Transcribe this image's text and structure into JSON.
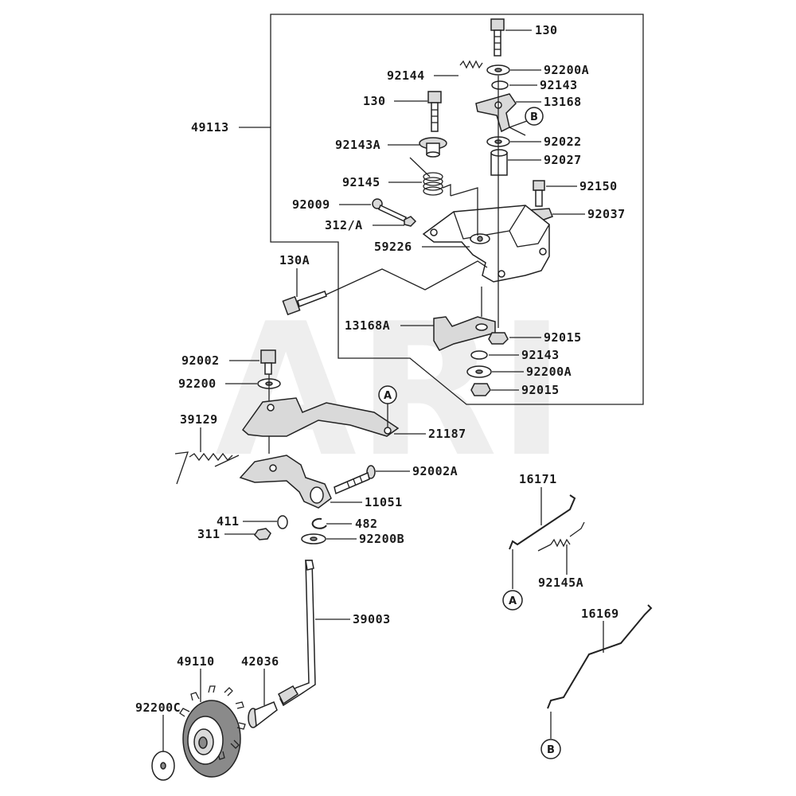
{
  "watermark": "ARI",
  "labels": {
    "l_49113": "49113",
    "l_130_top": "130",
    "l_92200A_top": "92200A",
    "l_92144": "92144",
    "l_92143_top": "92143",
    "l_13168": "13168",
    "l_130_mid": "130",
    "l_92143A": "92143A",
    "l_92022": "92022",
    "l_92027": "92027",
    "l_92145": "92145",
    "l_92150": "92150",
    "l_92009": "92009",
    "l_92037": "92037",
    "l_312A": "312/A",
    "l_59226": "59226",
    "l_130A": "130A",
    "l_13168A": "13168A",
    "l_92015_a": "92015",
    "l_92143_b": "92143",
    "l_92200A_b": "92200A",
    "l_92015_b": "92015",
    "l_92002": "92002",
    "l_92200": "92200",
    "l_21187": "21187",
    "l_39129": "39129",
    "l_92002A": "92002A",
    "l_11051": "11051",
    "l_411": "411",
    "l_482": "482",
    "l_311": "311",
    "l_92200B": "92200B",
    "l_16171": "16171",
    "l_92145A": "92145A",
    "l_39003": "39003",
    "l_49110": "49110",
    "l_42036": "42036",
    "l_92200C": "92200C",
    "l_16169": "16169"
  },
  "callouts": {
    "b_top": "B",
    "a_top": "A",
    "a_bottom": "A",
    "b_bottom": "B"
  }
}
